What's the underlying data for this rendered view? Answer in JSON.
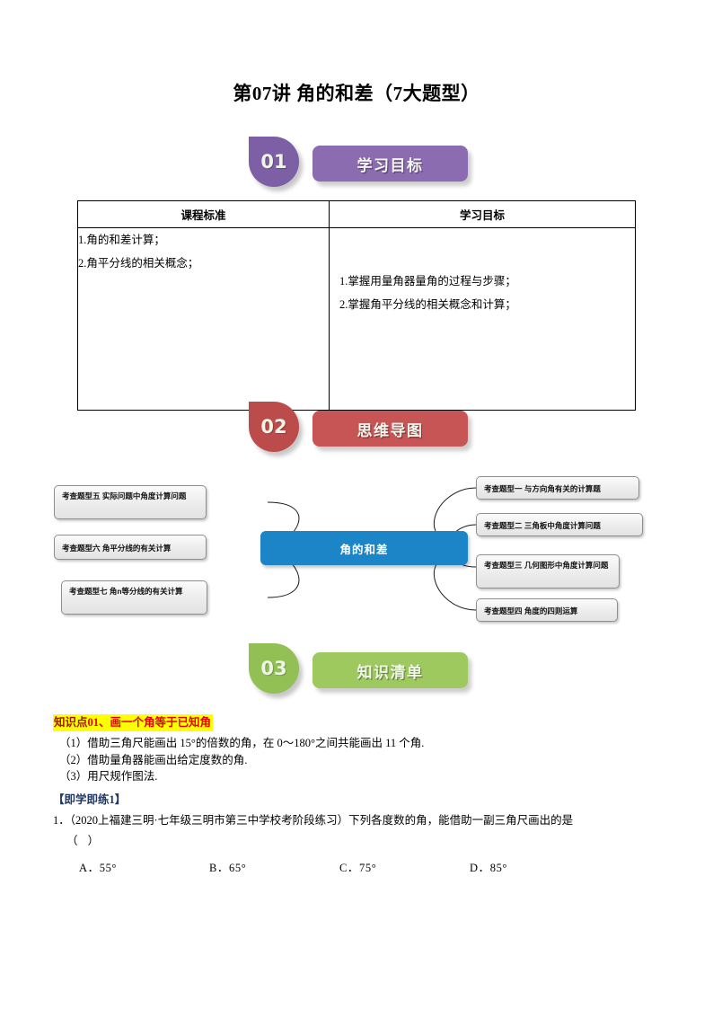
{
  "document": {
    "title": "第07讲 角的和差（7大题型）"
  },
  "sections": [
    {
      "number": "01",
      "label": "学习目标",
      "color": "#7d5fa5"
    },
    {
      "number": "02",
      "label": "思维导图",
      "color": "#bc4b4b"
    },
    {
      "number": "03",
      "label": "知识清单",
      "color": "#93c055"
    }
  ],
  "objectives_table": {
    "headers": [
      "课程标准",
      "学习目标"
    ],
    "rows": [
      {
        "standard": [
          "1.角的和差计算；",
          "2.角平分线的相关概念；"
        ],
        "goal": [
          "1.掌握用量角器量角的过程与步骤；",
          "2.掌握角平分线的相关概念和计算；"
        ]
      }
    ]
  },
  "mindmap": {
    "center": "角的和差",
    "center_color": "#1b85c7",
    "left_nodes": [
      "考查题型五  实际问题中角度计算问题",
      "考查题型六  角平分线的有关计算",
      "考查题型七  角n等分线的有关计算"
    ],
    "right_nodes": [
      "考查题型一  与方向角有关的计算题",
      "考查题型二  三角板中角度计算问题",
      "考查题型三  几何图形中角度计算问题",
      "考查题型四  角度的四则运算"
    ]
  },
  "knowledge": {
    "point_prefix": "知识点",
    "point_title": "01、画一个角等于已知角",
    "items": [
      "（1）借助三角尺能画出 15°的倍数的角，在 0～180°之间共能画出 11 个角.",
      "（2）借助量角器能画出给定度数的角.",
      "（3）用尺规作图法."
    ],
    "practice_label": "【即学即练1】",
    "question": {
      "stem": "1．（2020上福建三明·七年级三明市第三中学校考阶段练习）下列各度数的角，能借助一副三角尺画出的是",
      "blank": "（    ）",
      "options": [
        "A．55°",
        "B．65°",
        "C．75°",
        "D．85°"
      ]
    }
  }
}
